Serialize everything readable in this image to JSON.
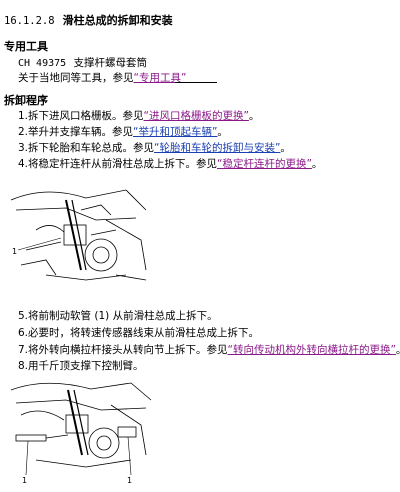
{
  "section": {
    "number": "16.1.2.8",
    "title": "滑柱总成的拆卸和安装"
  },
  "tools": {
    "heading": "专用工具",
    "tool_code": "CH  49375",
    "tool_name": "支撑杆螺母套筒",
    "note_prefix": "关于当地同等工具，参见",
    "note_link": "“专用工具”"
  },
  "procedure": {
    "heading": "拆卸程序",
    "steps_a": [
      {
        "text": "1.拆下进风口格栅板。参见",
        "link": "“进风口格栅板的更换”",
        "suffix": "。",
        "color": "#8a1a8a"
      },
      {
        "text": "2.举升并支撑车辆。参见",
        "link": "“举升和顶起车辆”",
        "suffix": "。",
        "color": "#1a3fb0"
      },
      {
        "text": "3.拆下轮胎和车轮总成。参见",
        "link": "“轮胎和车轮的拆卸与安装”",
        "suffix": "。",
        "color": "#1a3fb0"
      },
      {
        "text": "4.将稳定杆连杆从前滑柱总成上拆下。参见",
        "link": "“稳定杆连杆的更换”",
        "suffix": "。",
        "color": "#8a1a8a"
      }
    ],
    "steps_b": [
      {
        "text": "5.将前制动软管   (1) 从前滑柱总成上拆下。"
      },
      {
        "text": "6.必要时，将转速传感器线束从前滑柱总成上拆下。"
      },
      {
        "text": "7.将外转向横拉杆接头从转向节上拆下。参见",
        "link": "“转向传动机构外转向横拉杆的更换”",
        "suffix": "。",
        "color": "#8a1a8a"
      },
      {
        "text": "8.用千斤顶支撑下控制臂。"
      }
    ]
  },
  "figures": {
    "fig1": {
      "callout": "1"
    },
    "fig2": {
      "callouts": [
        "1",
        "1"
      ]
    }
  }
}
